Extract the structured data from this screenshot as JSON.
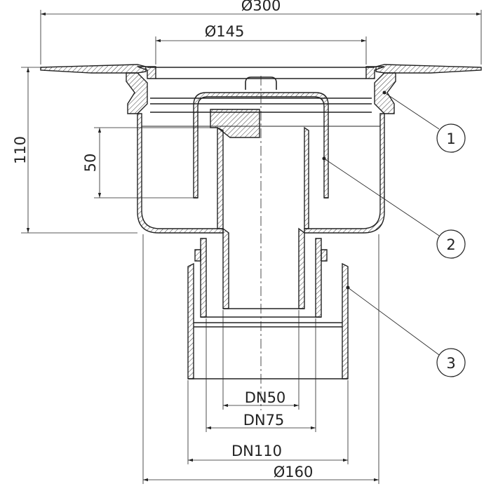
{
  "dimensions": {
    "top_width": "Ø300",
    "grate_width": "Ø145",
    "height_total": "110",
    "height_inner": "50",
    "outlet_dn50": "DN50",
    "outlet_dn75": "DN75",
    "outlet_dn110": "DN110",
    "body_diameter": "Ø160"
  },
  "callouts": [
    {
      "number": "1"
    },
    {
      "number": "2"
    },
    {
      "number": "3"
    }
  ]
}
